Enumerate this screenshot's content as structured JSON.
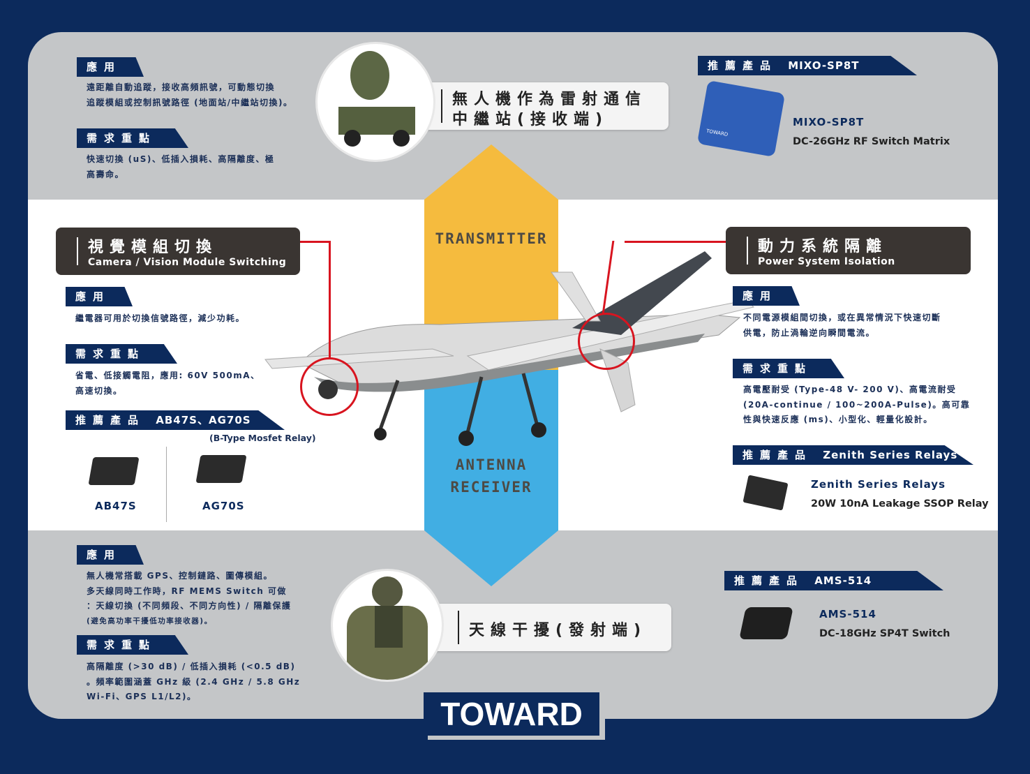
{
  "colors": {
    "navy": "#0c2a5c",
    "gray": "#c4c6c8",
    "yellow": "#f5bb3e",
    "blue": "#41aee3",
    "dark": "#3a3532",
    "red": "#d8141f"
  },
  "top_left": {
    "app_label": "應用",
    "app_text": [
      "遠距離自動追蹤，接收高頻訊號，可動態切換",
      "追蹤模組或控制訊號路徑 (地面站/中繼站切換)。"
    ],
    "req_label": "需求重點",
    "req_text": [
      "快速切換 (uS)、低插入損耗、高隔離度、極",
      "高壽命。"
    ]
  },
  "top_center": {
    "title_line1": "無人機作為雷射通信",
    "title_line2": "中繼站(接收端)"
  },
  "top_right": {
    "rec_label": "推薦產品",
    "rec_product": "MIXO-SP8T",
    "product_name": "MIXO-SP8T",
    "product_desc": "DC-26GHz RF Switch Matrix",
    "device_brand": "TOWARD"
  },
  "arrows": {
    "up_label": "TRANSMITTER",
    "down_label_1": "ANTENNA",
    "down_label_2": "RECEIVER"
  },
  "left_mid": {
    "title_zh": "視覺模組切換",
    "title_en": "Camera / Vision Module Switching",
    "app_label": "應用",
    "app_text": [
      "繼電器可用於切換信號路徑，減少功耗。"
    ],
    "req_label": "需求重點",
    "req_text": [
      "省電、低接觸電阻，應用: 60V 500mA、",
      "高速切換。"
    ],
    "rec_label": "推薦產品",
    "rec_product": "AB47S、AG70S",
    "rec_note": "(B-Type Mosfet Relay)",
    "products": [
      "AB47S",
      "AG70S"
    ]
  },
  "right_mid": {
    "title_zh": "動力系統隔離",
    "title_en": "Power System Isolation",
    "app_label": "應用",
    "app_text": [
      "不同電源模組間切換，或在異常情況下快速切斷",
      "供電，防止渦輪逆向瞬間電流。"
    ],
    "req_label": "需求重點",
    "req_text": [
      "高電壓耐受 (Type-48 V- 200 V)、高電流耐受",
      "(20A-continue / 100~200A-Pulse)。高可靠",
      "性與快速反應 (ms)、小型化、輕量化設計。"
    ],
    "rec_label": "推薦產品",
    "rec_product": "Zenith Series Relays",
    "product_name": "Zenith Series Relays",
    "product_desc": "20W 10nA Leakage SSOP Relay"
  },
  "bottom_left": {
    "app_label": "應用",
    "app_text": [
      "無人機常搭載 GPS、控制鏈路、圖傳模組。",
      "多天線同時工作時，RF MEMS Switch 可做",
      "：天線切換 (不同頻段、不同方向性) / 隔離保護",
      "(避免高功率干擾低功率接收器)。"
    ],
    "req_label": "需求重點",
    "req_text": [
      "高隔離度 (>30 dB) / 低插入損耗 (<0.5 dB)",
      "。頻率範圍涵蓋 GHz 級 (2.4 GHz / 5.8 GHz",
      "Wi-Fi、GPS L1/L2)。"
    ]
  },
  "bottom_center": {
    "title": "天線干擾(發射端)"
  },
  "bottom_right": {
    "rec_label": "推薦產品",
    "rec_product": "AMS-514",
    "product_name": "AMS-514",
    "product_desc": "DC-18GHz SP4T Switch"
  },
  "logo": "TOWARD"
}
